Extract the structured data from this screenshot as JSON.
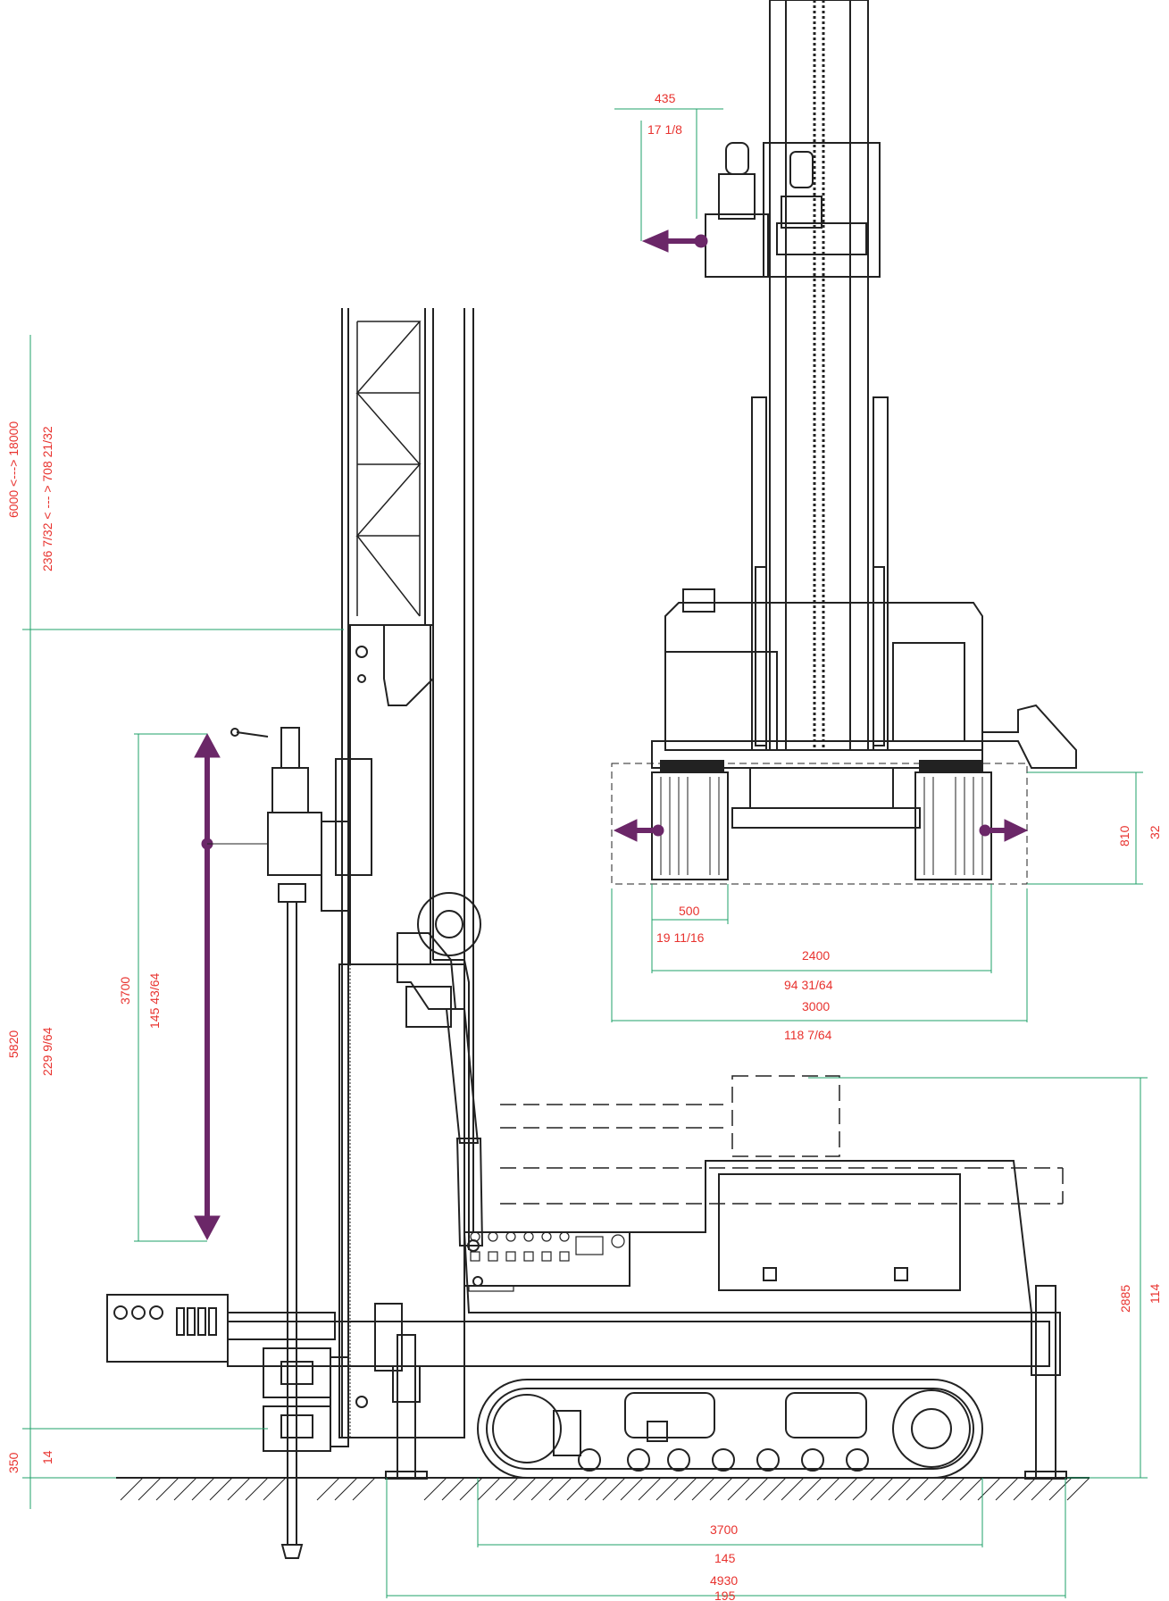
{
  "colors": {
    "dimension_line": "#1fa06a",
    "dimension_text": "#e8322e",
    "movement_arrow": "#6b2768",
    "outline": "#222222"
  },
  "dimensions": {
    "mast_extension_mm": "6000 <---> 18000",
    "mast_extension_in": "236 7/32 < --- > 708 21/32",
    "mast_height_mm": "5820",
    "mast_height_in": "229  9/64",
    "rotary_stroke_mm": "3700",
    "rotary_stroke_in": "145  43/64",
    "ground_clearance_mm": "350",
    "ground_clearance_in": "14",
    "head_offset_mm": "435",
    "head_offset_in": "17 1/8",
    "track_raise_mm": "810",
    "track_raise_in": "32",
    "track_shoe_mm": "500",
    "track_shoe_in": "19 11/16",
    "track_gauge_min_mm": "2400",
    "track_gauge_min_in": "94  31/64",
    "track_gauge_max_mm": "3000",
    "track_gauge_max_in": "118  7/64",
    "overall_height_mm": "2885",
    "overall_height_in": "114",
    "track_length_mm": "3700",
    "track_length_in": "145",
    "overall_length_mm": "4930",
    "overall_length_in": "195"
  }
}
